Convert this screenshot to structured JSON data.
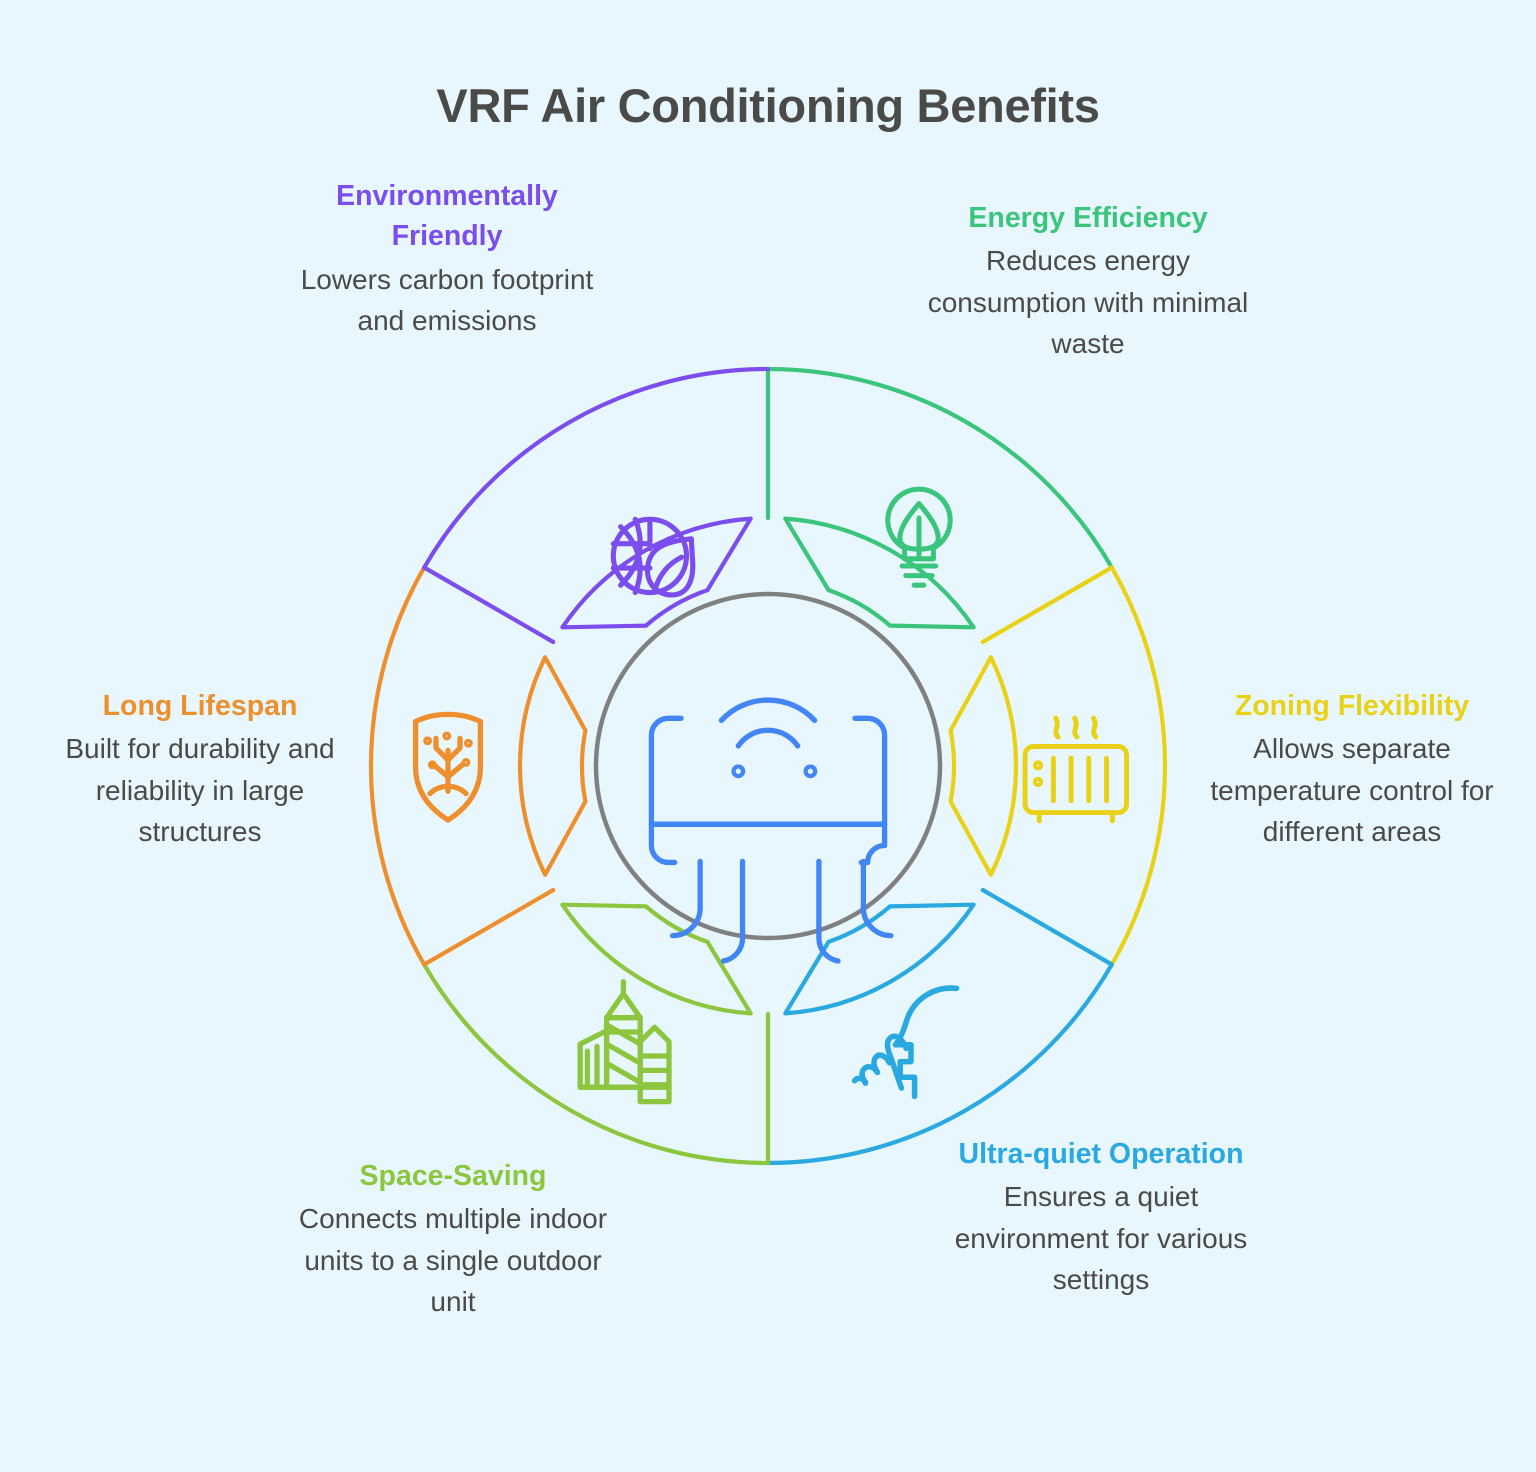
{
  "title": "VRF Air Conditioning Benefits",
  "theme": {
    "background": "#e7f7fd",
    "title_color": "#4a4a48",
    "body_text_color": "#4a4a48",
    "center_ring_color": "#808080",
    "center_icon_color": "#4285f4"
  },
  "center": {
    "icon": "air-conditioner-icon"
  },
  "segments": [
    {
      "id": "energy-efficiency",
      "heading": "Energy Efficiency",
      "description": "Reduces energy consumption with minimal waste",
      "color": "#3bc47c",
      "icon": "lightbulb-leaf-icon"
    },
    {
      "id": "zoning-flexibility",
      "heading": "Zoning Flexibility",
      "description": "Allows separate temperature control for different areas",
      "color": "#e9d117",
      "icon": "radiator-heat-icon"
    },
    {
      "id": "ultra-quiet-operation",
      "heading": "Ultra-quiet Operation",
      "description": "Ensures a quiet environment for various settings",
      "color": "#29a9e0",
      "icon": "shush-face-icon"
    },
    {
      "id": "space-saving",
      "heading": "Space-Saving",
      "description": "Connects multiple indoor units to a single outdoor unit",
      "color": "#8cc63e",
      "icon": "buildings-icon"
    },
    {
      "id": "long-lifespan",
      "heading": "Long Lifespan",
      "description": "Built for durability and reliability in large structures",
      "color": "#ee8f2e",
      "icon": "shield-tree-icon"
    },
    {
      "id": "environmentally-friendly",
      "heading": "Environmentally Friendly",
      "description": "Lowers carbon footprint and emissions",
      "color": "#7c4ded",
      "icon": "globe-leaf-icon"
    }
  ],
  "labels": {
    "environmentally_friendly": {
      "heading": "Environmentally Friendly",
      "description": "Lowers carbon footprint and emissions"
    },
    "energy_efficiency": {
      "heading": "Energy Efficiency",
      "description": "Reduces energy consumption with minimal waste"
    },
    "zoning_flexibility": {
      "heading": "Zoning Flexibility",
      "description": "Allows separate temperature control for different areas"
    },
    "ultra_quiet": {
      "heading": "Ultra-quiet Operation",
      "description": "Ensures a quiet environment for various settings"
    },
    "space_saving": {
      "heading": "Space-Saving",
      "description": "Connects multiple indoor units to a single outdoor unit"
    },
    "long_lifespan": {
      "heading": "Long Lifespan",
      "description": "Built for durability and reliability in large structures"
    }
  }
}
